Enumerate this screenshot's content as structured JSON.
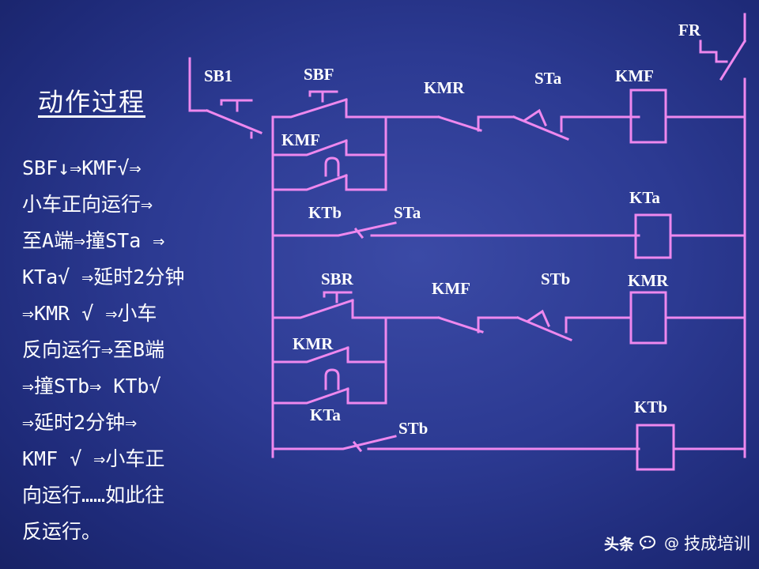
{
  "title": "动作过程",
  "description": [
    "SBF↓⇒KMF√⇒",
    "小车正向运行⇒",
    "至A端⇒撞STa ⇒",
    "KTa√ ⇒延时2分钟",
    "⇒KMR √ ⇒小车",
    "反向运行⇒至B端",
    "⇒撞STb⇒ KTb√",
    "⇒延时2分钟⇒",
    "KMF √ ⇒小车正",
    "向运行……如此往",
    "反运行。"
  ],
  "labels": {
    "fr": "FR",
    "sb1": "SB1",
    "sbf": "SBF",
    "kmf_aux": "KMF",
    "kmr_interlock_1": "KMR",
    "sta_1": "STa",
    "kmf_coil": "KMF",
    "ktb_contact": "KTb",
    "sta_2": "STa",
    "kta_coil": "KTa",
    "sbr": "SBR",
    "kmr_aux": "KMR",
    "kmf_interlock": "KMF",
    "stb_1": "STb",
    "kmr_coil": "KMR",
    "kta_contact": "KTa",
    "stb_2": "STb",
    "ktb_coil": "KTb"
  },
  "watermark": {
    "platform": "头条",
    "at": "@",
    "account": "技成培训"
  },
  "colors": {
    "background": "#2c3a92",
    "wire": "#ee88ee",
    "text": "#ffffff"
  }
}
